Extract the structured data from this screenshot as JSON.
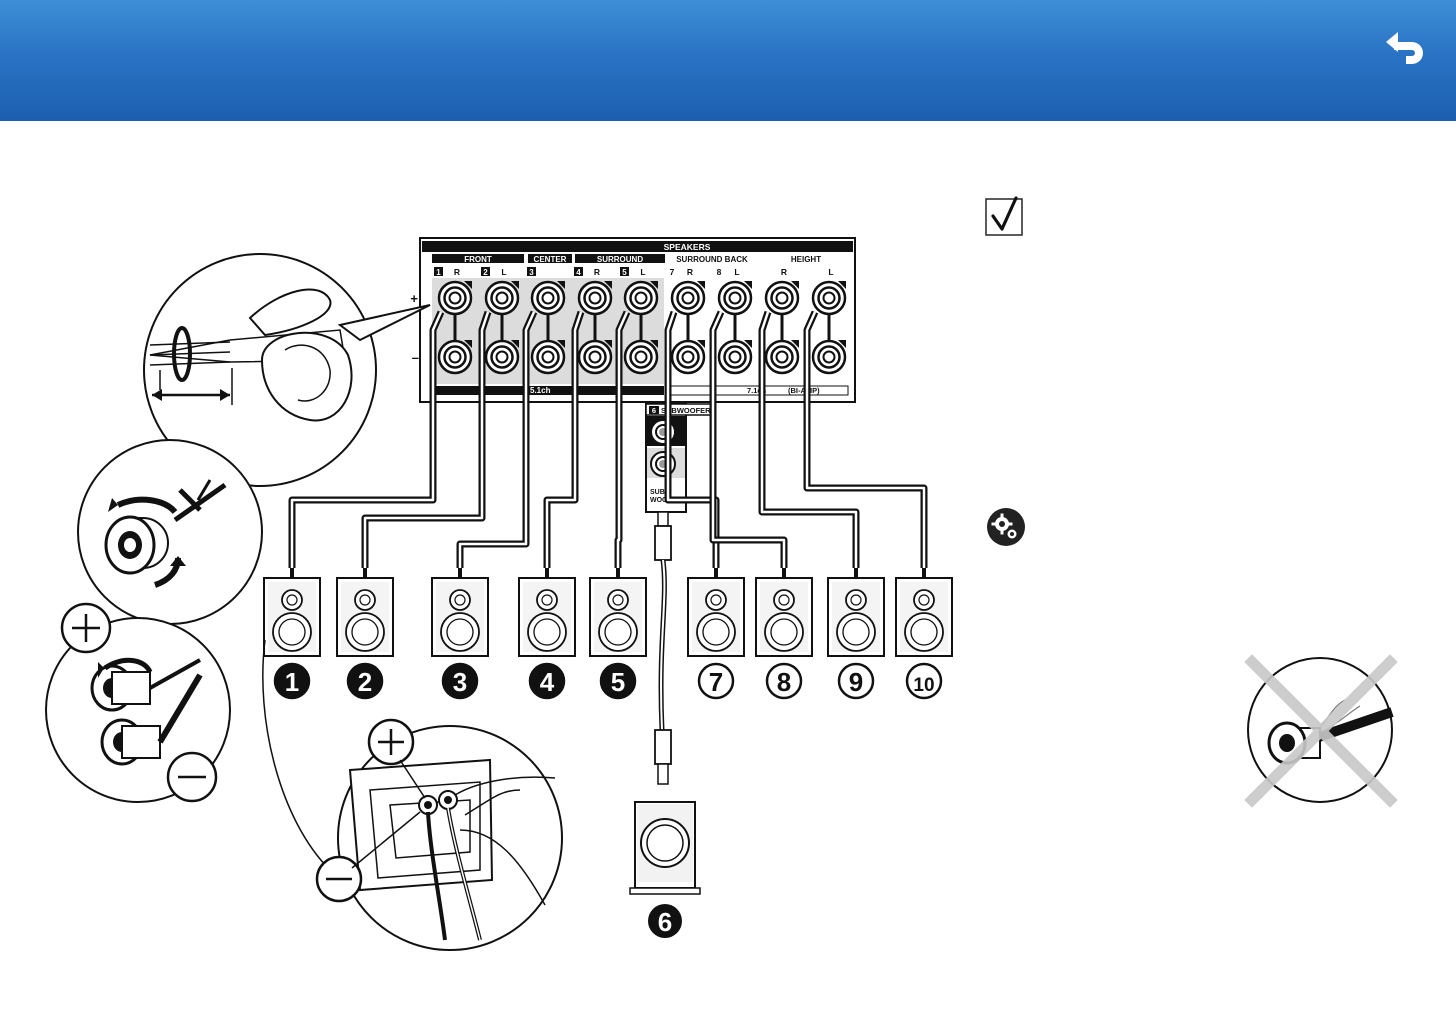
{
  "panel": {
    "title": "SPEAKERS",
    "groups": [
      "FRONT",
      "CENTER",
      "SURROUND",
      "SURROUND BACK",
      "HEIGHT"
    ],
    "terminal_labels": [
      {
        "num": "1",
        "side": "R"
      },
      {
        "num": "2",
        "side": "L"
      },
      {
        "num": "3",
        "side": ""
      },
      {
        "num": "4",
        "side": "R"
      },
      {
        "num": "5",
        "side": "L"
      },
      {
        "num": "7",
        "side": "R"
      },
      {
        "num": "8",
        "side": "L"
      },
      {
        "num": "",
        "side": "R"
      },
      {
        "num": "",
        "side": "L"
      }
    ],
    "plus": "+",
    "minus": "–",
    "ch51": "5.1ch",
    "ch71": "7.1ch",
    "biamp": "(BI-AMP)",
    "subwoofer_num": "6",
    "subwoofer_label": "SUBWOOFER",
    "sub_short": [
      "SUB-",
      "WOOFER"
    ]
  },
  "speakers": {
    "filled_numbers": [
      "1",
      "2",
      "3",
      "4",
      "5"
    ],
    "outlined_numbers": [
      "7",
      "8",
      "9",
      "10"
    ],
    "subwoofer_number": "6"
  },
  "icons": {
    "back": "return-arrow-icon",
    "check": "checkmark-icon",
    "settings": "gear-icon"
  },
  "colors": {
    "header_top": "#3d8fd6",
    "header_bottom": "#1c5fb0",
    "panel_shade": "#dcdcdc",
    "cross": "#c8c8c8"
  }
}
